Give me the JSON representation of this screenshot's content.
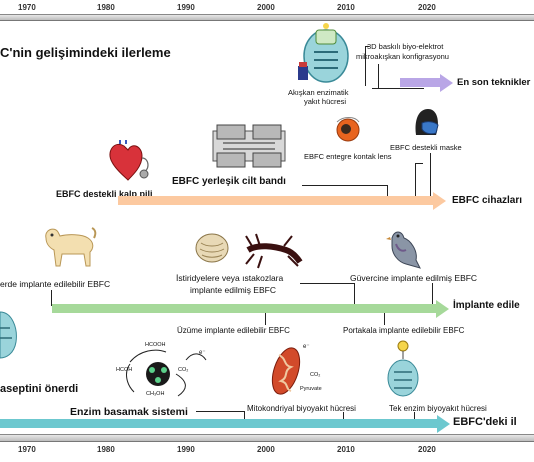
{
  "axis": {
    "years": [
      "1970",
      "1980",
      "1990",
      "2000",
      "2010",
      "2020"
    ]
  },
  "title": "C'nin gelişimindeki ilerleme",
  "latest": {
    "tech1": "3D baskılı biyo-elektrot",
    "tech2": "mikroakışkan konfigrasyonu",
    "tech3": "Akışkan enzimatik",
    "tech4": "yakıt hücresi",
    "label": "En son teknikler"
  },
  "devices": {
    "label": "EBFC cihazları",
    "items": {
      "pacemaker": "EBFC destekli kalp pili",
      "skin_patch": "EBFC yerleşik cilt bandı",
      "contact_lens": "EBFC entegre kontak lens",
      "mask": "EBFC destekli maske"
    }
  },
  "implants": {
    "label": "İmplante edile",
    "items": {
      "dog": "erde implante edilebilir EBFC",
      "oyster_line1": "İstiridyelere veya ıstakozlara",
      "oyster_line2": "implante edilmiş EBFC",
      "pigeon": "Güvercine implante edilmiş EBFC",
      "grape": "Üzüme implante edilebilir EBFC",
      "orange": "Portakala implante edilebilir EBFC"
    }
  },
  "ebfc": {
    "label": "EBFC'deki il",
    "concept": "aseptini önerdi",
    "items": {
      "cascade": "Enzim basamak sistemi",
      "mito": "Mitokondriyal biyoyakıt hücresi",
      "single": "Tek enzim biyoyakıt hücresi"
    },
    "chem": {
      "hcooh": "HCOOH",
      "hcoh": "HCOH",
      "ch3oh": "CH₃OH",
      "co2": "CO₂",
      "pyruvate": "Pyruvate",
      "e": "e⁻"
    }
  },
  "colors": {
    "purple": "#b9a6e6",
    "orange": "#fcc9a0",
    "green": "#a6d99a",
    "teal": "#6cc8cf"
  }
}
